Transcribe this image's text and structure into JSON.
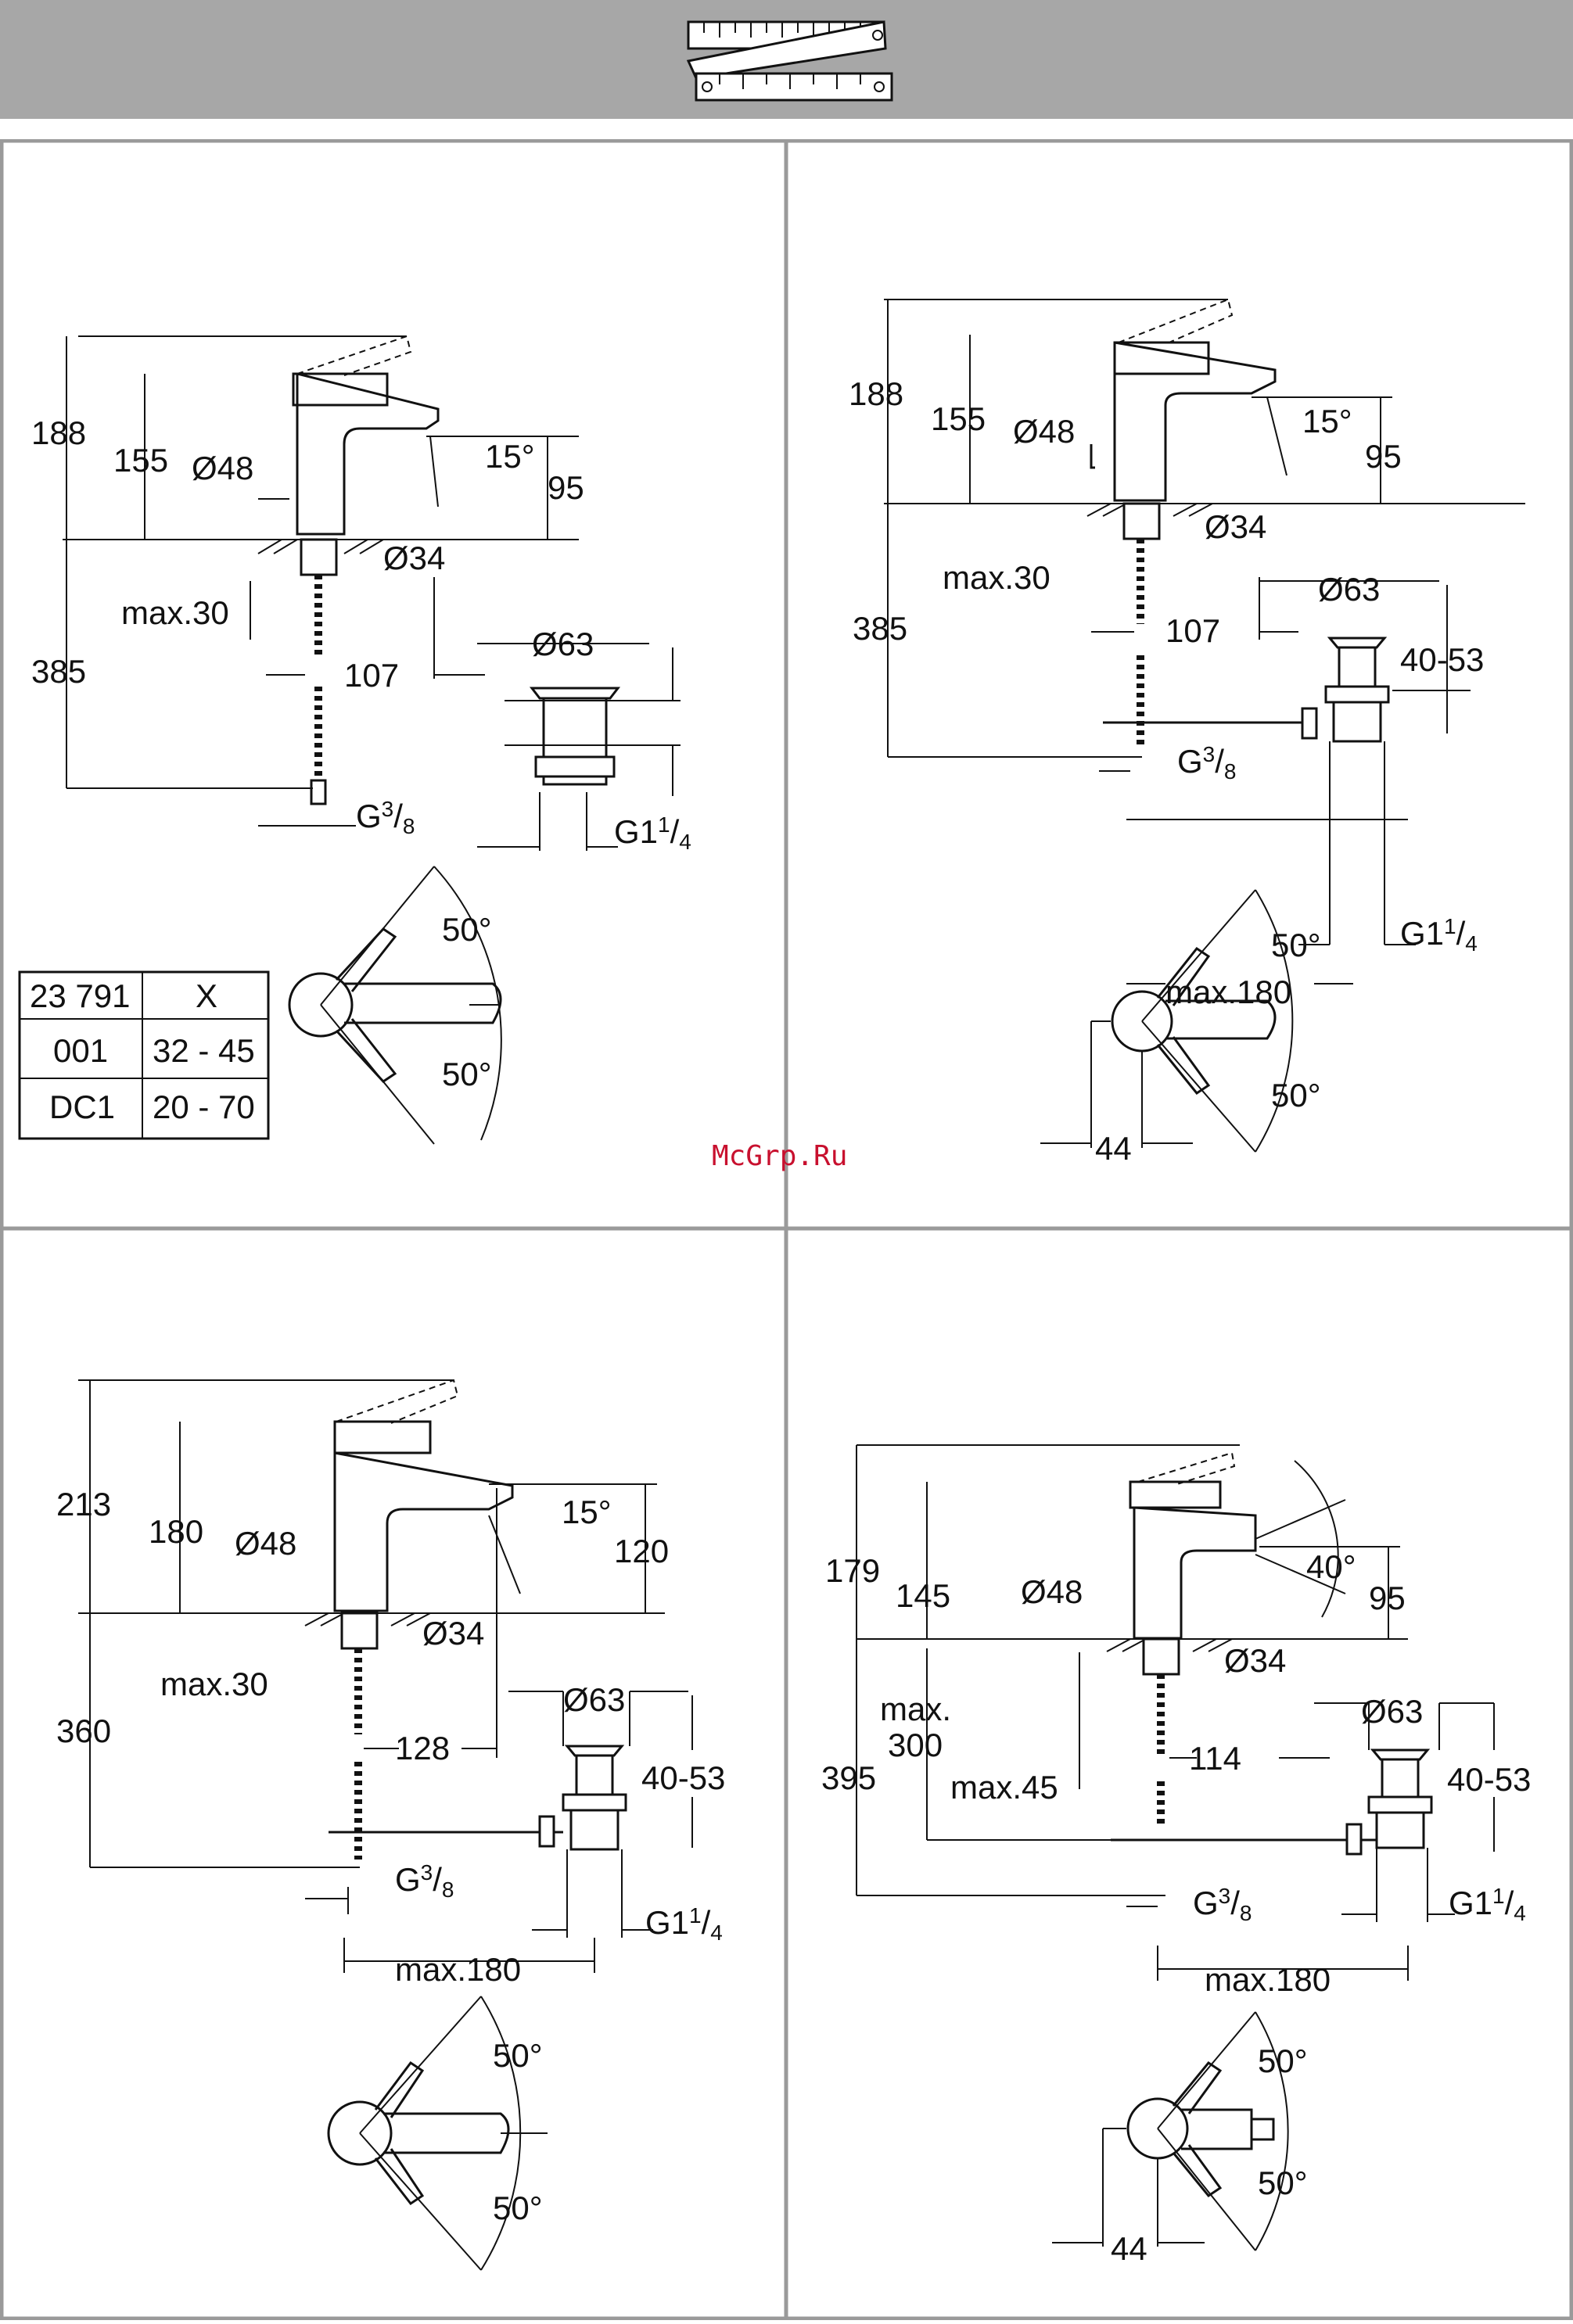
{
  "watermark": "McGrp.Ru",
  "table": {
    "header": [
      "23 791",
      "X"
    ],
    "rows": [
      [
        "001",
        "32 - 45"
      ],
      [
        "DC1",
        "20 - 70"
      ]
    ]
  },
  "panel1": {
    "d188": "188",
    "d155": "155",
    "d48": "Ø48",
    "d15": "15°",
    "d95": "95",
    "d34": "Ø34",
    "dmax30": "max.30",
    "d385": "385",
    "d107": "107",
    "d63": "Ø63",
    "dG38": "G",
    "dG38sup": "3",
    "dG38sub": "8",
    "dG114": "G1",
    "dG114sup": "1",
    "dG114sub": "4",
    "ang1": "50°",
    "ang2": "50°"
  },
  "panel2": {
    "d188": "188",
    "d155": "155",
    "d48": "Ø48",
    "d15": "15°",
    "d95": "95",
    "d34": "Ø34",
    "dmax30": "max.30",
    "d385": "385",
    "d107": "107",
    "d63": "Ø63",
    "d4053": "40-53",
    "dG38": "G",
    "dG38sup": "3",
    "dG38sub": "8",
    "dG114": "G1",
    "dG114sup": "1",
    "dG114sub": "4",
    "dmax180": "max.180",
    "ang1": "50°",
    "ang2": "50°",
    "d44": "44"
  },
  "panel3": {
    "d213": "213",
    "d180": "180",
    "d48": "Ø48",
    "d15": "15°",
    "d120": "120",
    "d34": "Ø34",
    "dmax30": "max.30",
    "d360": "360",
    "d128": "128",
    "d63": "Ø63",
    "d4053": "40-53",
    "dG38": "G",
    "dG38sup": "3",
    "dG38sub": "8",
    "dG114": "G1",
    "dG114sup": "1",
    "dG114sub": "4",
    "dmax180": "max.180",
    "ang1": "50°",
    "ang2": "50°"
  },
  "panel4": {
    "d179": "179",
    "d145": "145",
    "d48": "Ø48",
    "d40": "40°",
    "d95": "95",
    "d34": "Ø34",
    "dmax": "max.",
    "d300": "300",
    "dmax45": "max.45",
    "d395": "395",
    "d114": "114",
    "d63": "Ø63",
    "d4053": "40-53",
    "dG38": "G",
    "dG38sup": "3",
    "dG38sub": "8",
    "dG114": "G1",
    "dG114sup": "1",
    "dG114sub": "4",
    "dmax180": "max.180",
    "ang1": "50°",
    "ang2": "50°",
    "d44": "44"
  }
}
